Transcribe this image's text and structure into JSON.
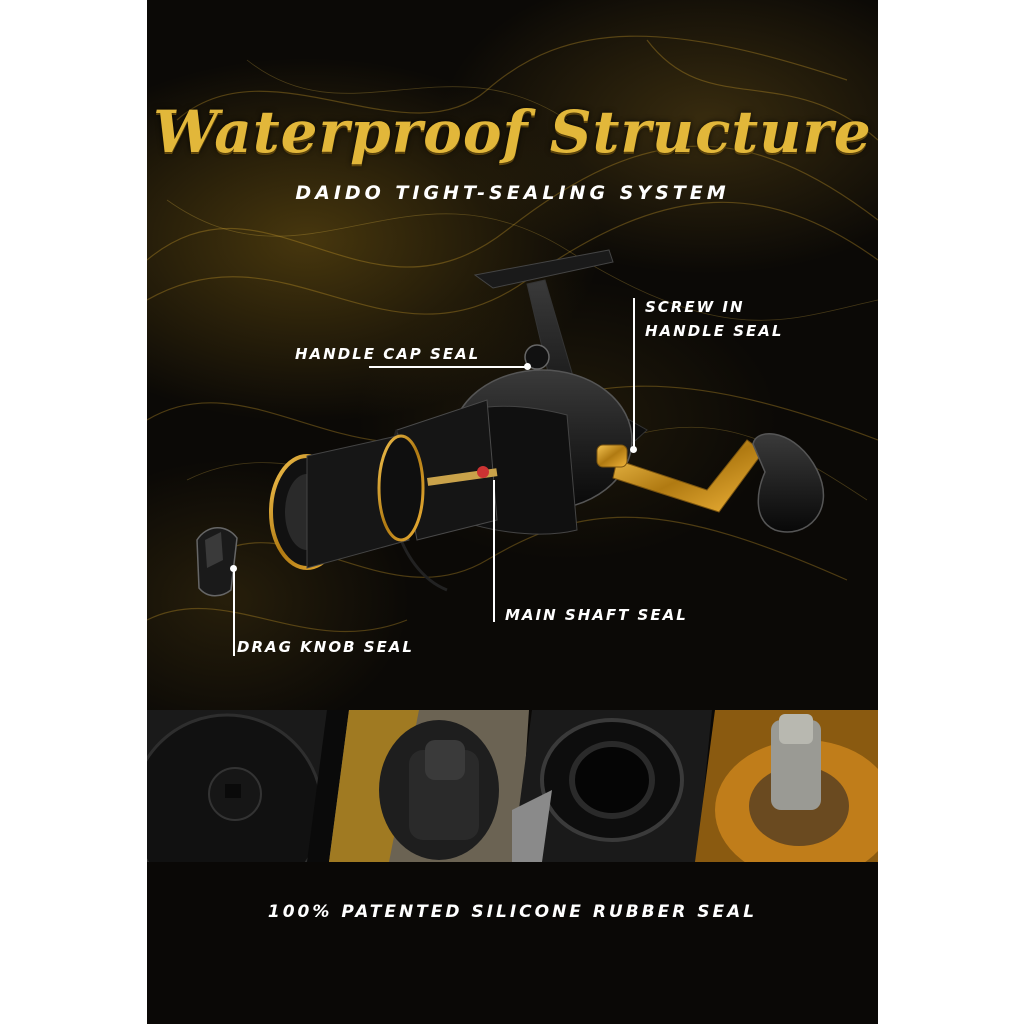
{
  "poster": {
    "title": "Waterproof Structure",
    "subtitle": "DAIDO TIGHT-SEALING SYSTEM",
    "footer": "100% PATENTED SILICONE RUBBER SEAL",
    "accent_color": "#e2b73a",
    "background_color": "#0a0806"
  },
  "callouts": {
    "screw_in_line1": "SCREW IN",
    "screw_in_line2": "HANDLE SEAL",
    "handle_cap": "HANDLE CAP SEAL",
    "main_shaft": "MAIN SHAFT SEAL",
    "drag_knob": "DRAG KNOB SEAL"
  },
  "icons": [
    "fishing-reel-image",
    "drag-knob-image",
    "seal-photo-1",
    "seal-photo-2",
    "seal-photo-3",
    "seal-photo-4"
  ]
}
